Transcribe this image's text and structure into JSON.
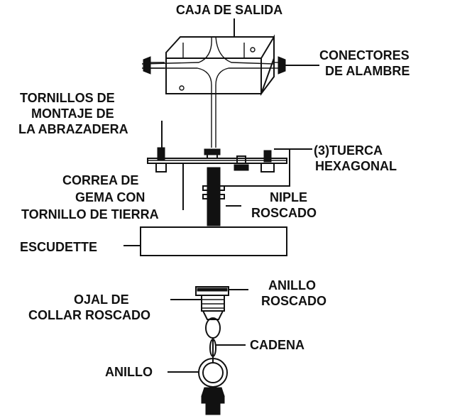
{
  "labels": {
    "caja_de_salida": "CAJA DE SALIDA",
    "conectores": [
      "CONECTORES",
      "DE ALAMBRE"
    ],
    "tornillos": [
      "TORNILLOS DE",
      "MONTAJE  DE",
      "LA ABRAZADERA"
    ],
    "tuerca": [
      "(3)TUERCA",
      "HEXAGONAL"
    ],
    "correa": [
      "CORREA DE",
      "GEMA CON",
      "TORNILLO DE TIERRA"
    ],
    "niple": [
      "NIPLE",
      "ROSCADO"
    ],
    "escudette": "ESCUDETTE",
    "anillo_roscado": [
      "ANILLO",
      "ROSCADO"
    ],
    "ojal": [
      "OJAL DE",
      "COLLAR ROSCADO"
    ],
    "cadena": "CADENA",
    "anillo": "ANILLO"
  },
  "colors": {
    "ink": "#111111",
    "paper": "#ffffff"
  }
}
